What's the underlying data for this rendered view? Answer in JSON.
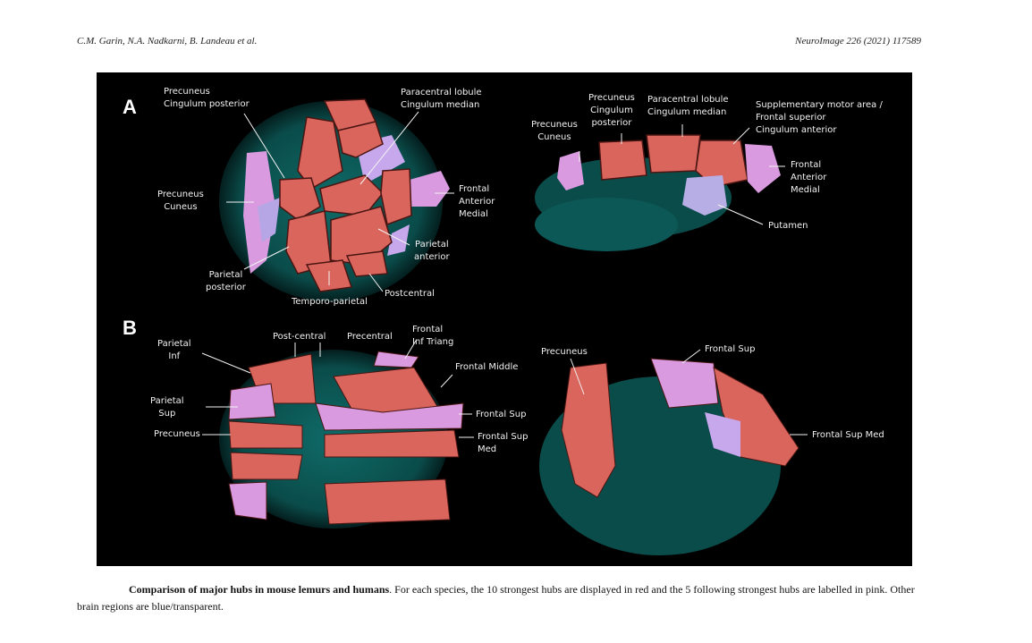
{
  "header": {
    "authors": "C.M. Garin, N.A. Nadkarni, B. Landeau et al.",
    "journal": "NeuroImage 226 (2021) 117589"
  },
  "figure": {
    "panel_a": {
      "letter": "A",
      "left_view": {
        "precuneus_cingulum_posterior": "Precuneus\nCingulum posterior",
        "paracentral_cingulum_median": "Paracentral lobule\nCingulum median",
        "precuneus_cuneus": "Precuneus\nCuneus",
        "frontal_anterior_medial": "Frontal\nAnterior\nMedial",
        "parietal_anterior": "Parietal\nanterior",
        "parietal_posterior": "Parietal\nposterior",
        "postcentral": "Postcentral",
        "temporo_parietal": "Temporo-parietal"
      },
      "right_view": {
        "precuneus_cuneus": "Precuneus\nCuneus",
        "precuneus_cingulum_posterior": "Precuneus\nCingulum\nposterior",
        "paracentral_cingulum_median": "Paracentral lobule\nCingulum median",
        "sma_frontal_superior": "Supplementary motor area /\nFrontal superior\nCingulum anterior",
        "frontal_anterior_medial": "Frontal\nAnterior\nMedial",
        "putamen": "Putamen"
      }
    },
    "panel_b": {
      "letter": "B",
      "left_view": {
        "parietal_inf": "Parietal\nInf",
        "post_central": "Post-central",
        "precentral": "Precentral",
        "frontal_inf_triang": "Frontal\nInf Triang",
        "frontal_middle": "Frontal Middle",
        "parietal_sup": "Parietal\nSup",
        "frontal_sup": "Frontal Sup",
        "precuneus": "Precuneus",
        "frontal_sup_med": "Frontal Sup\nMed"
      },
      "right_view": {
        "precuneus": "Precuneus",
        "frontal_sup": "Frontal Sup",
        "frontal_sup_med": "Frontal Sup Med"
      }
    },
    "colors": {
      "hub_red": "#d9655c",
      "hub_pink": "#d99ae0",
      "other": "#0d5c5a",
      "background": "#000000"
    }
  },
  "caption": {
    "title": "Comparison of major hubs in mouse lemurs and humans",
    "body": ". For each species, the 10 strongest hubs are displayed in red and the 5 following strongest hubs are labelled in pink. Other brain regions are blue/transparent."
  }
}
